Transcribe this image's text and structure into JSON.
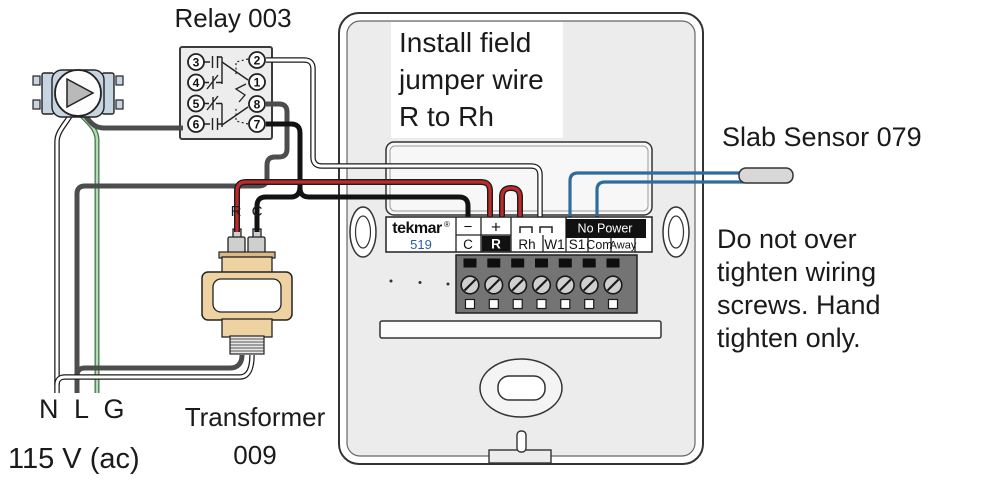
{
  "relay": {
    "title": "Relay 003",
    "left_terminals": [
      "3",
      "4",
      "5",
      "6"
    ],
    "right_terminals": [
      "2",
      "1",
      "8",
      "7"
    ]
  },
  "thermostat": {
    "install_note": "Install field\njumper wire\nR to Rh",
    "brand": "tekmar",
    "registered": "®",
    "model": "519",
    "minus": "−",
    "plus": "+",
    "no_power": "No Power",
    "terminals": [
      "C",
      "R",
      "Rh",
      "W1",
      "S1",
      "Com",
      "Away"
    ]
  },
  "transformer": {
    "label": "Transformer\n009",
    "terminal_r": "R",
    "terminal_c": "C"
  },
  "sensor": {
    "label": "Slab Sensor 079"
  },
  "warning": "Do not over\ntighten wiring\nscrews. Hand\ntighten only.",
  "power": {
    "lines": "N L G",
    "voltage": "115 V (ac)"
  },
  "colors": {
    "wire_red": "#bf2a2a",
    "wire_blue": "#2d6d9e",
    "wire_green": "#b9d9b9",
    "wire_dark": "#4d4d4d",
    "wire_black": "#121212",
    "body_gray": "#ececec",
    "transformer_tan": "#eed2a2",
    "brand_blue": "#2b5ea7"
  }
}
